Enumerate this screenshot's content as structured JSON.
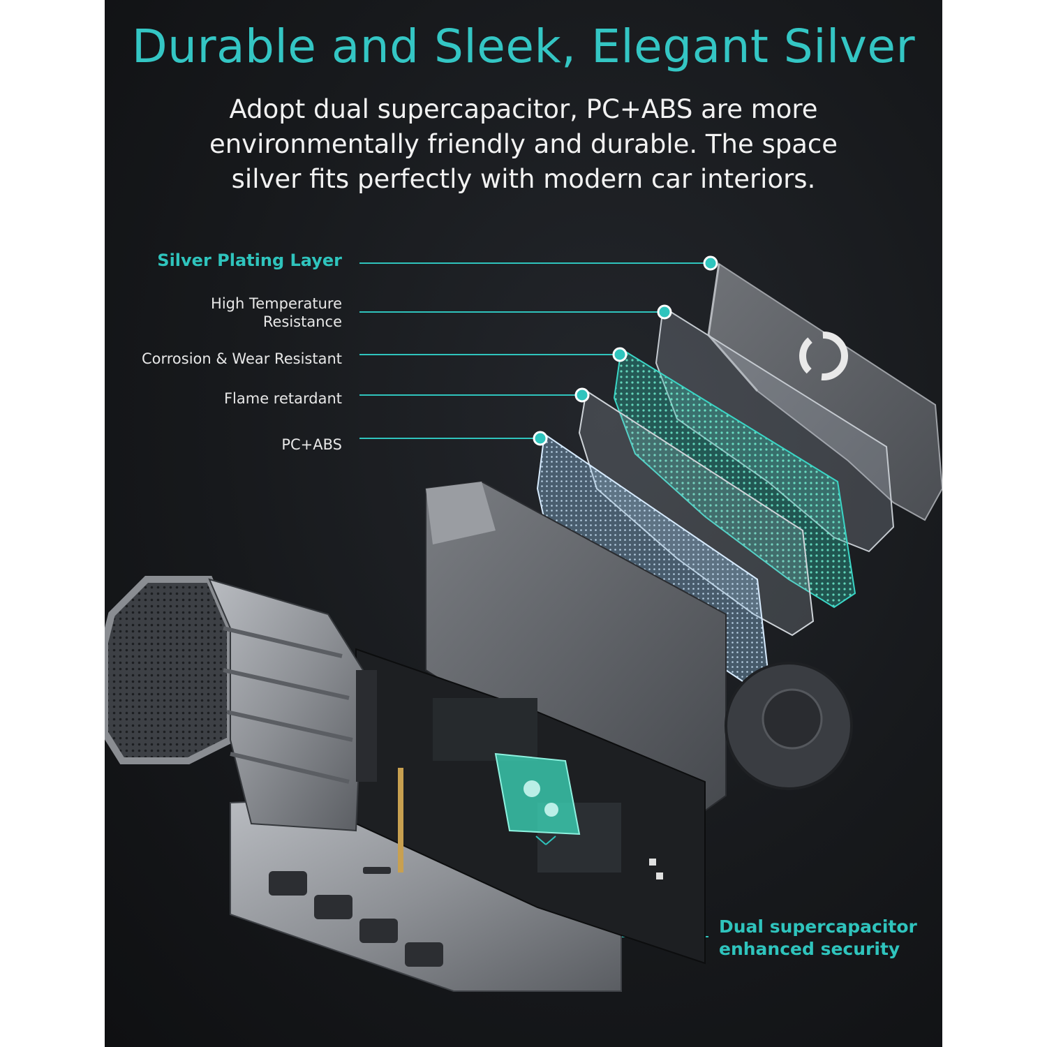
{
  "header": {
    "title": "Durable and Sleek, Elegant Silver",
    "description": "Adopt dual supercapacitor, PC+ABS are more environmentally friendly and durable. The space silver fits perfectly with modern car interiors."
  },
  "layers": [
    {
      "label": "Silver Plating Layer",
      "highlight": true
    },
    {
      "label": "High Temperature\nResistance",
      "highlight": false
    },
    {
      "label": "Corrosion & Wear Resistant",
      "highlight": false
    },
    {
      "label": "Flame retardant",
      "highlight": false
    },
    {
      "label": "PC+ABS",
      "highlight": false
    }
  ],
  "callout": {
    "label": "Dual supercapacitor\nenhanced security"
  },
  "colors": {
    "accent": "#2fc4bd",
    "background": "#17191c",
    "silver": "#8a8d92",
    "shell_dark": "#5d6065"
  },
  "icons": {
    "logo": "brand-logo-icon"
  }
}
